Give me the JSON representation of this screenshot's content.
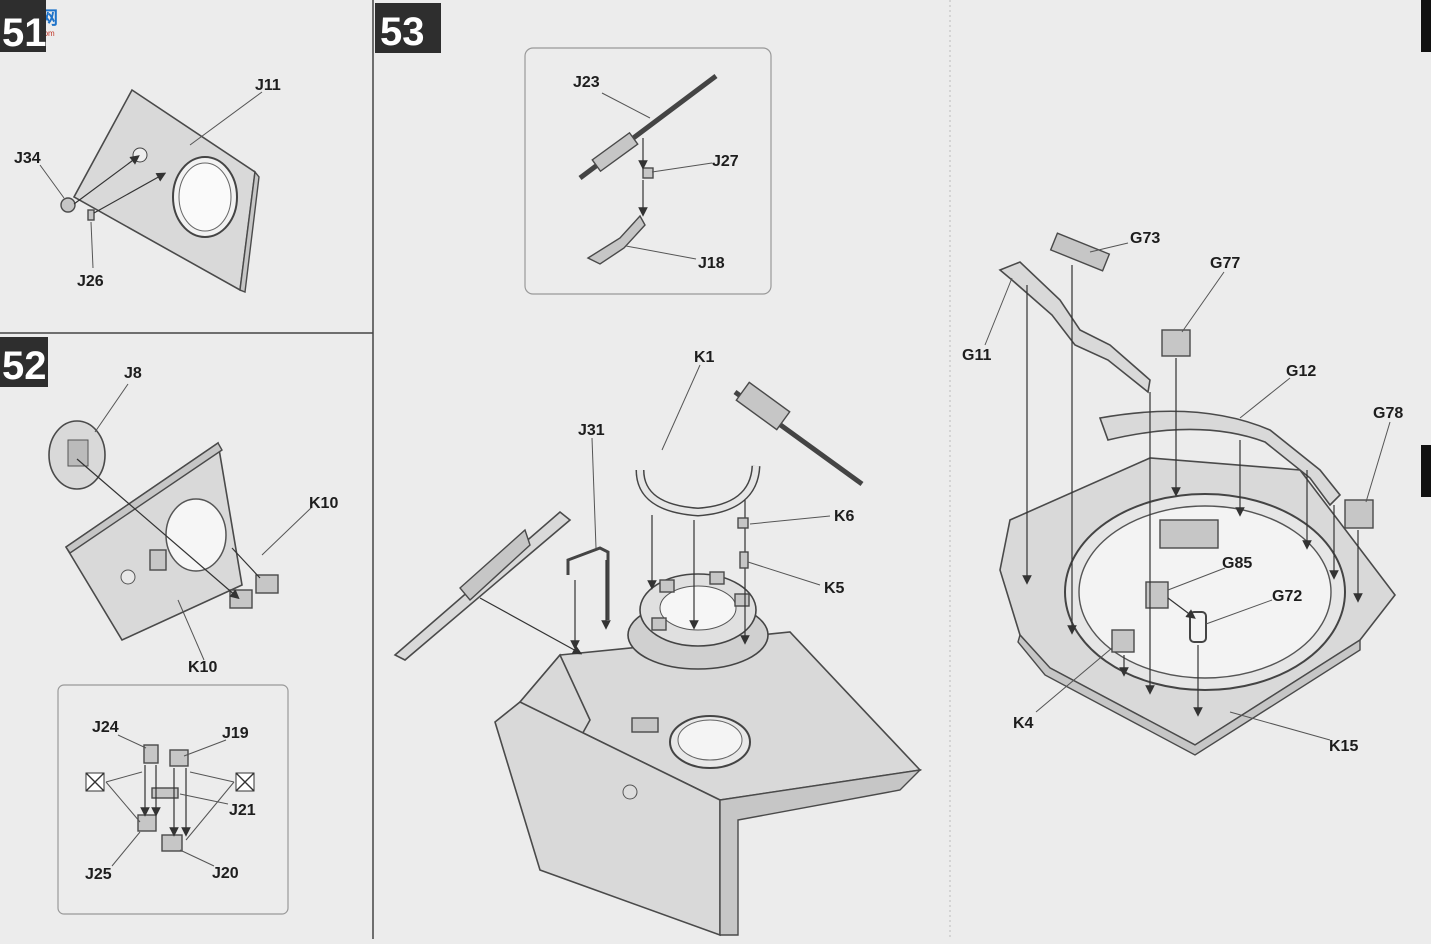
{
  "logo": {
    "text": "高手网",
    "subtext": "gao-shou.com"
  },
  "steps": {
    "s51": {
      "number": "51",
      "labels": {
        "j11": "J11",
        "j34": "J34",
        "j26": "J26"
      }
    },
    "s52": {
      "number": "52",
      "labels": {
        "j8": "J8",
        "k10a": "K10",
        "k10b": "K10"
      },
      "inset": {
        "j24": "J24",
        "j19": "J19",
        "j21": "J21",
        "j25": "J25",
        "j20": "J20"
      }
    },
    "s53": {
      "number": "53",
      "inset": {
        "j23": "J23",
        "j27": "J27",
        "j18": "J18"
      },
      "labels": {
        "k1": "K1",
        "j31": "J31",
        "k6": "K6",
        "k5": "K5"
      }
    },
    "s54": {
      "labels": {
        "g73": "G73",
        "g77": "G77",
        "g11": "G11",
        "g12": "G12",
        "g78": "G78",
        "g85": "G85",
        "g72": "G72",
        "k4": "K4",
        "k15": "K15"
      }
    }
  }
}
